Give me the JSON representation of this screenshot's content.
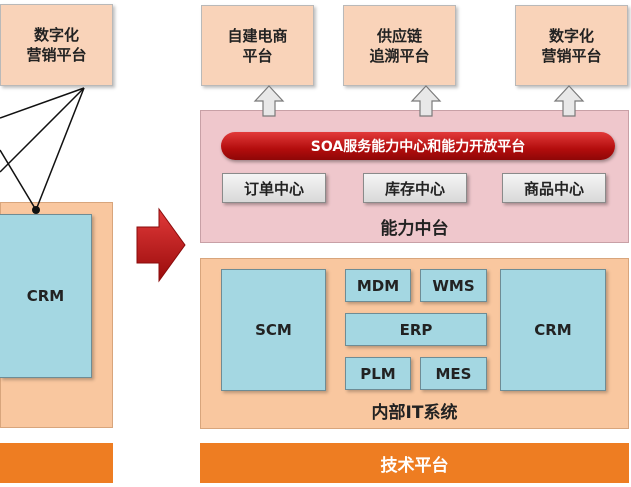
{
  "left": {
    "top_box": "数字化\n营销平台",
    "crm": "CRM"
  },
  "right": {
    "top_boxes": [
      "自建电商\n平台",
      "供应链\n追溯平台",
      "数字化\n营销平台"
    ],
    "capability": {
      "soa_bar": "SOA服务能力中心和能力开放平台",
      "centers": [
        "订单中心",
        "库存中心",
        "商品中心"
      ],
      "label": "能力中台"
    },
    "internal_it": {
      "scm": "SCM",
      "crm": "CRM",
      "modules": [
        "MDM",
        "WMS",
        "ERP",
        "PLM",
        "MES"
      ],
      "label": "内部IT系统"
    },
    "tech_platform": "技术平台"
  },
  "colors": {
    "peach": "#f9c79f",
    "pink": "#efc7cc",
    "blue": "#a4d7e2",
    "orange": "#ee7d22",
    "red_arrow": "#cc1f1f"
  }
}
